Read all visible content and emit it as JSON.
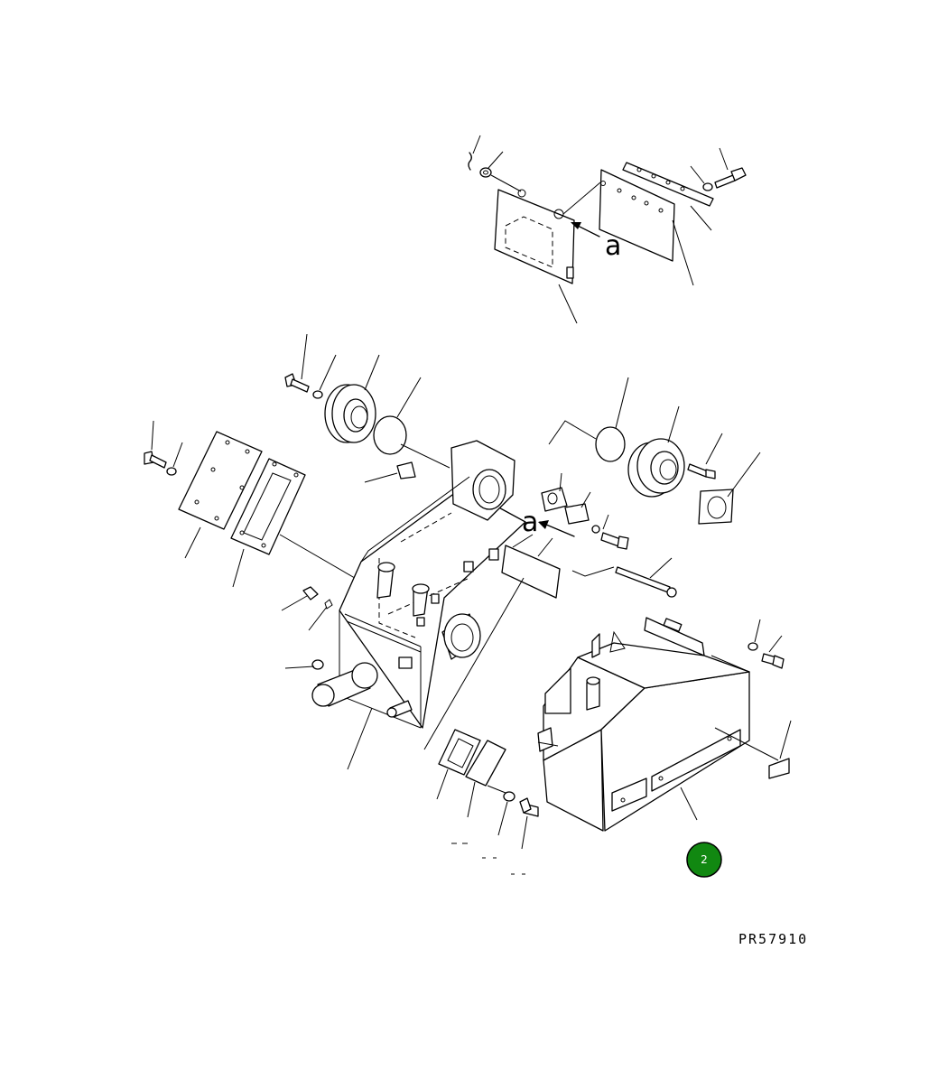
{
  "drawing": {
    "view_label_top": "a",
    "view_label_mid": "a",
    "drawing_code": "PR57910"
  },
  "callout": {
    "number": "2",
    "color": "#118811",
    "border_color": "#000000"
  }
}
